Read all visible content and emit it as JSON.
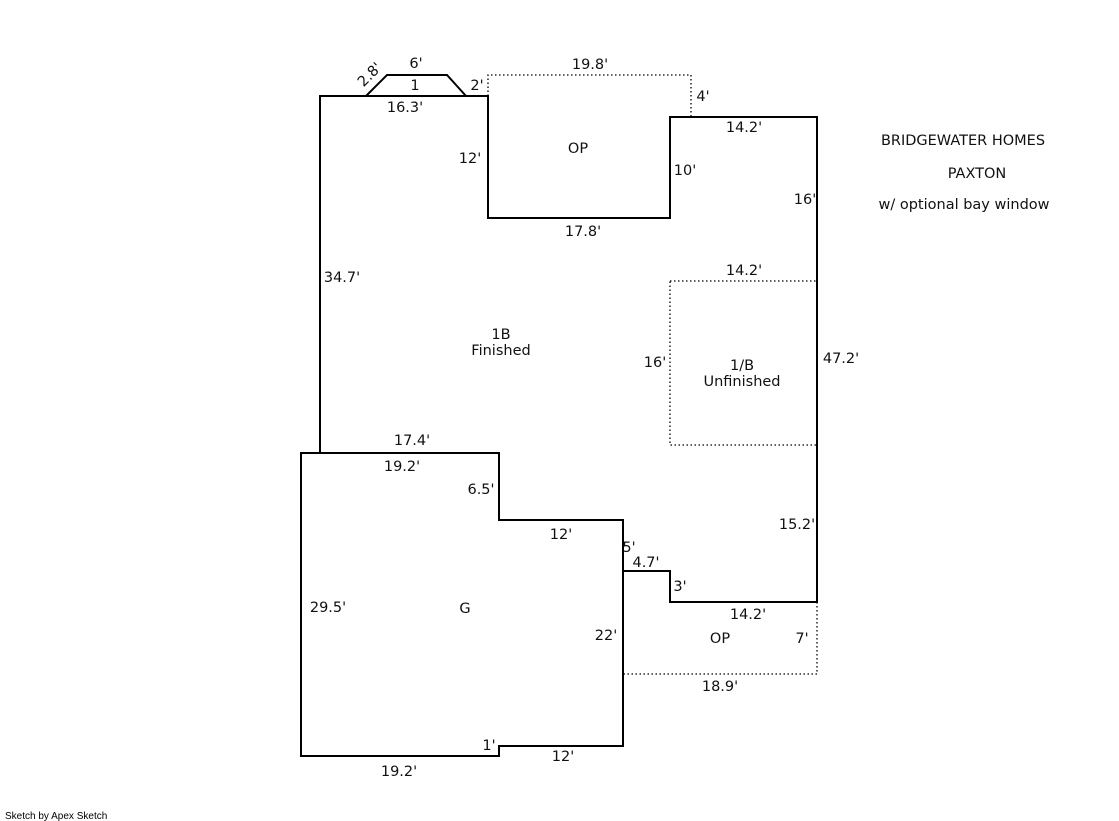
{
  "title_block": {
    "builder": "BRIDGEWATER HOMES",
    "model": "PAXTON",
    "option": "w/ optional bay window"
  },
  "areas": {
    "main_first_floor": {
      "code": "1B",
      "label": "Finished"
    },
    "unfinished": {
      "code": "1/B",
      "label": "Unfinished"
    },
    "garage": {
      "code": "G"
    },
    "bay_window": {
      "code": "1"
    },
    "front_porch": {
      "code": "OP"
    },
    "rear_porch": {
      "code": "OP"
    }
  },
  "dimensions": {
    "bay_left_side": "2.8'",
    "bay_front": "6'",
    "bay_right_side": "2'",
    "main_top": "16.3'",
    "front_porch_top": "19.8'",
    "front_porch_step": "4'",
    "front_porch_left": "12'",
    "front_porch_right": "10'",
    "front_porch_bottom": "17.8'",
    "upper_right_top": "14.2'",
    "upper_right_side": "16'",
    "main_left": "34.7'",
    "unfinished_top": "14.2'",
    "unfinished_left": "16'",
    "main_right": "47.2'",
    "garage_top_outer": "17.4'",
    "garage_top_inner": "19.2'",
    "garage_step_down": "6.5'",
    "garage_inner_horizontal": "12'",
    "step_vertical": "5'",
    "step_horizontal": "4.7'",
    "step_down": "3'",
    "lower_right_vertical": "15.2'",
    "rear_porch_top": "14.2'",
    "rear_porch_right": "7'",
    "rear_porch_bottom": "18.9'",
    "garage_right": "22'",
    "garage_left": "29.5'",
    "garage_jog": "1'",
    "garage_bottom_right": "12'",
    "garage_bottom": "19.2'"
  },
  "credit": "Sketch by Apex Sketch"
}
